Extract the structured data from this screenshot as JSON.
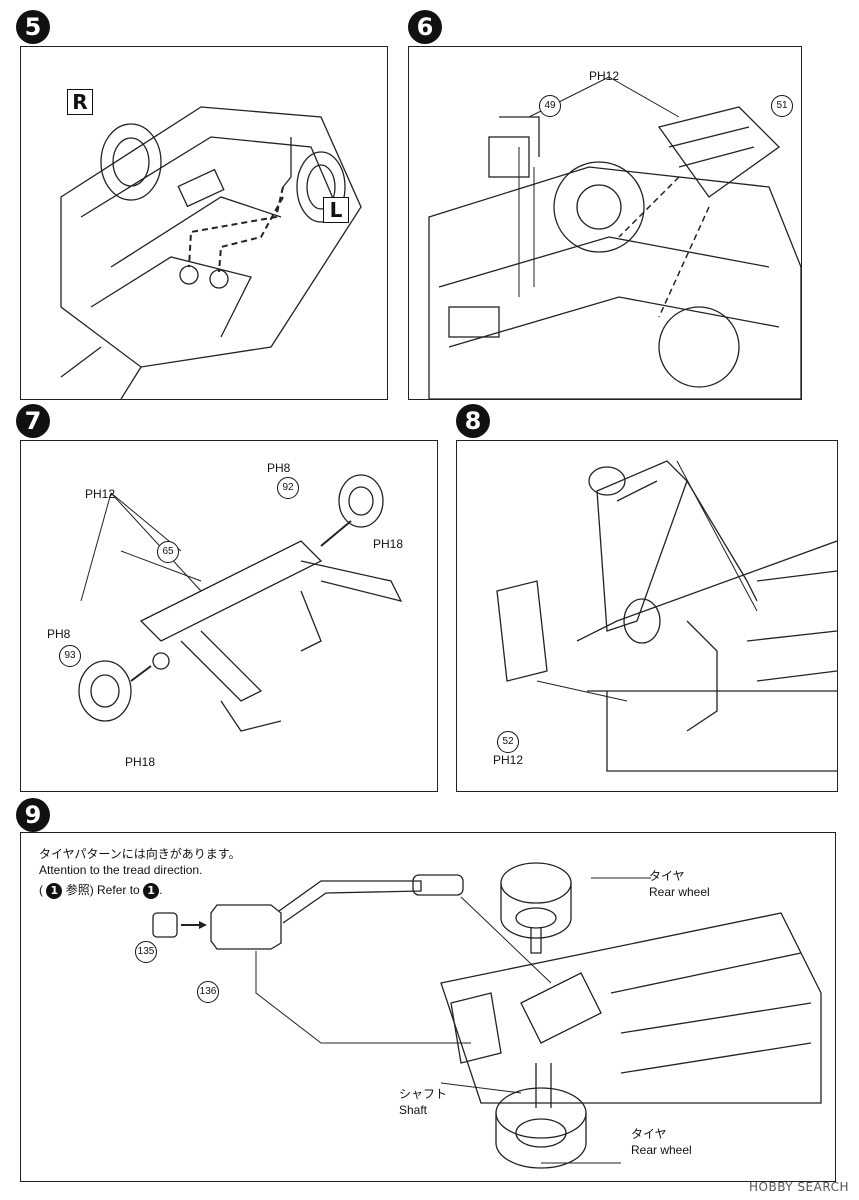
{
  "steps": {
    "s5": {
      "number": "5",
      "label_r": "R",
      "label_l": "L"
    },
    "s6": {
      "number": "6",
      "ph": "PH12",
      "part_a": "49",
      "part_b": "51"
    },
    "s7": {
      "number": "7",
      "ph_top": "PH8",
      "part_92": "92",
      "ph_92": "PH18",
      "ph_frame": "PH12",
      "part_65": "65",
      "ph_left": "PH8",
      "part_93": "93",
      "ph_93": "PH18"
    },
    "s8": {
      "number": "8",
      "part_52": "52",
      "ph_52": "PH12"
    },
    "s9": {
      "number": "9",
      "note_jp": "タイヤパターンには向きがあります。",
      "note_en": "Attention to the tread direction.",
      "ref_open": "(",
      "ref_num": "1",
      "ref_jp": "参照) Refer to",
      "ref_num2": "1",
      "ref_end": ".",
      "part_135": "135",
      "part_136": "136",
      "tire_top_jp": "タイヤ",
      "tire_top_en": "Rear wheel",
      "shaft_jp": "シャフト",
      "shaft_en": "Shaft",
      "tire_bottom_jp": "タイヤ",
      "tire_bottom_en": "Rear wheel"
    }
  },
  "watermark": "HOBBY SEARCH"
}
